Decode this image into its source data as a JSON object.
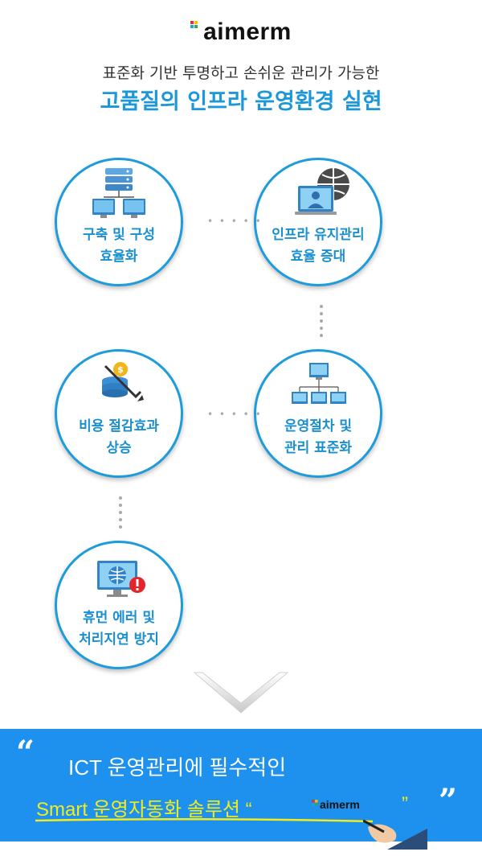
{
  "header": {
    "logo_text": "aimerm",
    "subtitle": "표준화 기반 투명하고 손쉬운 관리가 가능한",
    "headline": "고품질의 인프라 운영환경 실현"
  },
  "benefits": [
    {
      "line1": "구축 및 구성",
      "line2": "효율화",
      "icon": "server-network-icon"
    },
    {
      "line1": "인프라 유지관리",
      "line2": "효율 증대",
      "icon": "monitor-globe-user-icon"
    },
    {
      "line1": "비용 절감효과",
      "line2": "상승",
      "icon": "coins-down-trend-icon"
    },
    {
      "line1": "운영절차 및",
      "line2": "관리 표준화",
      "icon": "org-chart-monitors-icon"
    },
    {
      "line1": "휴먼 에러 및",
      "line2": "처리지연 방지",
      "icon": "monitor-warning-icon"
    }
  ],
  "connectors": {
    "horizontal": "• • • • •",
    "vertical": "•\n•\n•\n•\n•"
  },
  "banner": {
    "open_quote": "“",
    "close_quote": "”",
    "line1": "ICT 운영관리에 필수적인",
    "line2": "Smart 운영자동화 솔루션 “",
    "line2_end": "”",
    "logo_text": "aimerm"
  },
  "colors": {
    "accent": "#1e9bdb",
    "banner_bg": "#1e90ee",
    "highlight": "#f4ec1a"
  }
}
